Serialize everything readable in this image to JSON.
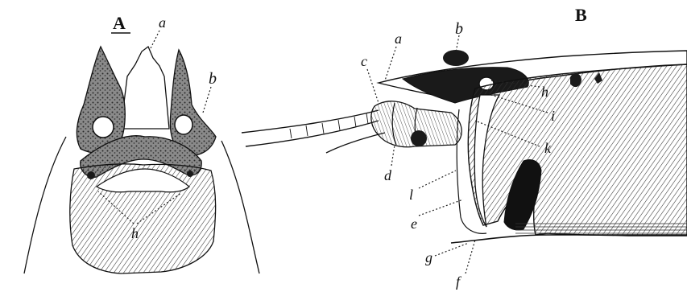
{
  "figure": {
    "panel_a": {
      "title": "A",
      "labels": {
        "a": "a",
        "b": "b",
        "h": "h"
      }
    },
    "panel_b": {
      "title": "B",
      "labels": {
        "a": "a",
        "b": "b",
        "c": "c",
        "d": "d",
        "e": "e",
        "f": "f",
        "g": "g",
        "h": "h",
        "i": "i",
        "k": "k",
        "l": "l"
      }
    },
    "colors": {
      "ink": "#111111",
      "shade": "#6b6b6b",
      "dark": "#1a1a1a",
      "paper": "#ffffff"
    }
  }
}
